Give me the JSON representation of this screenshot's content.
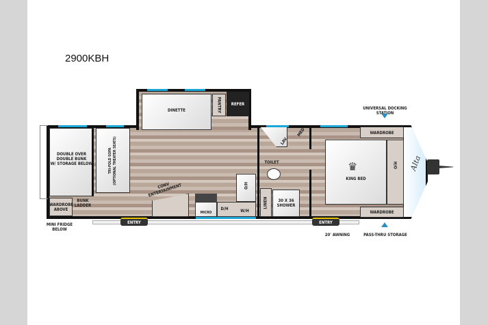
{
  "model": "2900KBH",
  "brand_logo": "Alta",
  "labels": {
    "dinette": "DINETTE",
    "pantry": "PANTRY",
    "refer": "REFER",
    "bunk": "DOUBLE OVER\nDOUBLE BUNK\nW/ STORAGE BELOW",
    "sofa": "TRI-FOLD SOFA\n(OPTIONAL THEATER SEATS)",
    "wardrobe_above": "WARDROBE\nABOVE",
    "bunk_ladder": "BUNK\nLADDER",
    "mini_fridge": "MINI FRIDGE\nBELOW",
    "entertainment": "CONV\nENTERTAINMENT",
    "micro": "MICRO",
    "oh_kitchen": "O/H",
    "dh": "D/H",
    "wh": "W/H",
    "lav": "LAV",
    "med": "MED",
    "toilet": "TOILET",
    "linen": "LINEN",
    "shower": "30 X 36\nSHOWER",
    "king_bed": "KING BED",
    "oh_bed": "H/O",
    "wardrobe_top": "WARDROBE",
    "wardrobe_bottom": "WARDROBE",
    "docking": "UNIVERSAL DOCKING STATION",
    "pass_thru": "PASS-THRU STORAGE",
    "awning": "20' AWNING",
    "entry1": "ENTRY",
    "entry2": "ENTRY"
  }
}
